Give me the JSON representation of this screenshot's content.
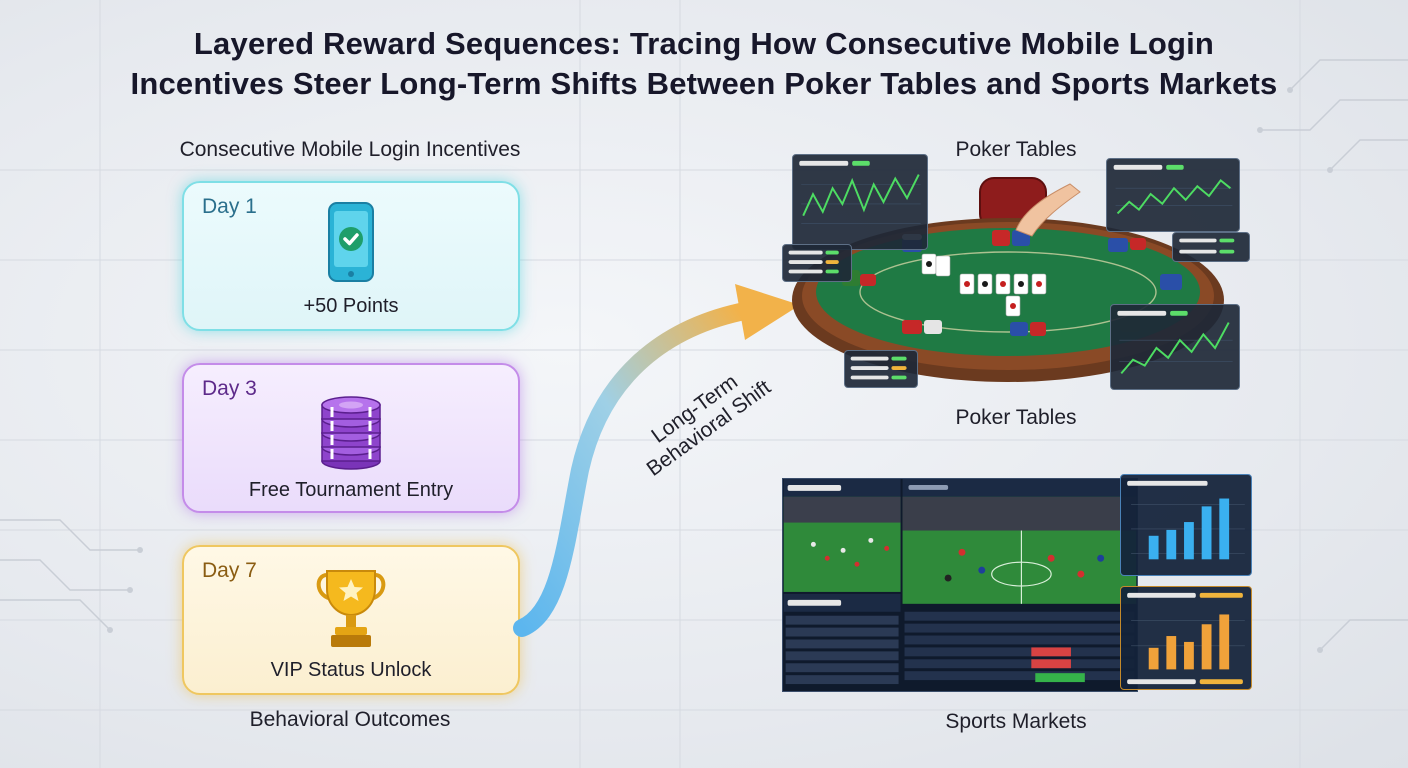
{
  "title": {
    "line1": "Layered Reward Sequences: Tracing How Consecutive Mobile Login",
    "line2": "Incentives Steer Long-Term Shifts Between Poker Tables and Sports Markets"
  },
  "left_column": {
    "heading": "Consecutive Mobile Login Incentives",
    "footer": "Behavioral Outcomes",
    "cards": [
      {
        "day": "Day 1",
        "reward": "+50 Points",
        "icon": "phone-check-icon"
      },
      {
        "day": "Day 3",
        "reward": "Free Tournament Entry",
        "icon": "chip-stack-icon"
      },
      {
        "day": "Day 7",
        "reward": "VIP Status Unlock",
        "icon": "trophy-icon"
      }
    ]
  },
  "arrow": {
    "label_line1": "Long-Term",
    "label_line2": "Behavioral Shift"
  },
  "right_column": {
    "poker_top_label": "Poker Tables",
    "poker_bottom_label": "Poker Tables",
    "sports_label": "Sports Markets"
  },
  "colors": {
    "day1": "#7fdfe6",
    "day3": "#c48ce9",
    "day7": "#efc760",
    "arrow_start": "#5cb6ee",
    "arrow_end": "#f2b24a",
    "felt": "#1f7a44",
    "rail": "#6b3a1f"
  }
}
